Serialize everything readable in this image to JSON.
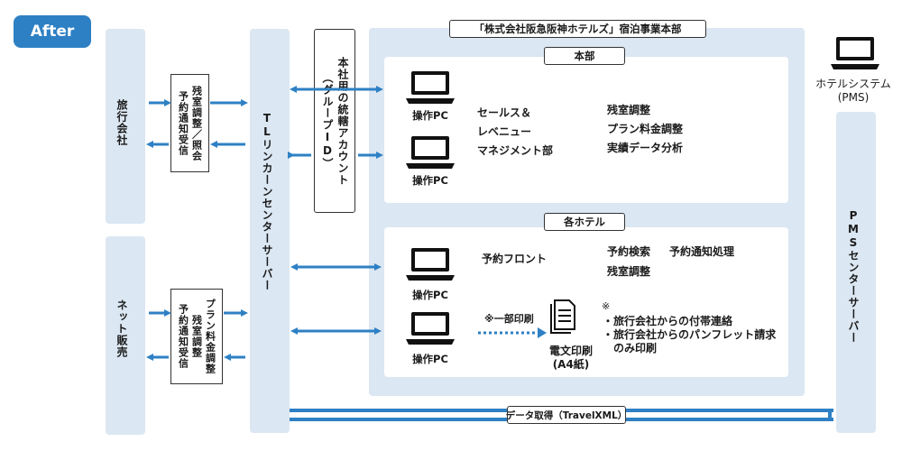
{
  "badge": "After",
  "top_banner": "「株式会社阪急阪神ホテルズ」宿泊事業本部",
  "travel_agency": "旅行会社",
  "travel_agency_box": [
    "残室調整／照会",
    "予約通知受信"
  ],
  "net_sales": "ネット販売",
  "net_sales_box": [
    "プラン料金調整",
    "残室調整",
    "予約通知受信"
  ],
  "tl_server": "TLリンカーンセンターサーバー",
  "unified_account": [
    "本社用の統轄アカウント",
    "（グループID）"
  ],
  "hq": {
    "title": "本部",
    "pc1": "操作PC",
    "pc2": "操作PC",
    "dept": [
      "セールス＆",
      "レベニュー",
      "マネジメント部"
    ],
    "tasks": [
      "残室調整",
      "プラン料金調整",
      "実績データ分析"
    ]
  },
  "hotels": {
    "title": "各ホテル",
    "pc1": "操作PC",
    "pc2": "操作PC",
    "front": "予約フロント",
    "tasks": [
      "予約検索",
      "予約通知処理",
      "残室調整"
    ],
    "partial_print": "※一部印刷",
    "doc_label": [
      "電文印刷",
      "(A4紙)"
    ],
    "note_mark": "※",
    "notes": [
      "・旅行会社からの付帯連絡",
      "・旅行会社からのパンフレット請求",
      "　のみ印刷"
    ]
  },
  "hotel_system": [
    "ホテルシステム",
    "(PMS)"
  ],
  "pms_server": "PMSセンターサーバー",
  "data_fetch": "データ取得（TravelXML）",
  "colors": {
    "accent": "#2e80c4",
    "panel": "#dbe7f2",
    "dotted": "#2e80c4"
  },
  "icons": [
    "laptop-icon",
    "document-icon"
  ]
}
